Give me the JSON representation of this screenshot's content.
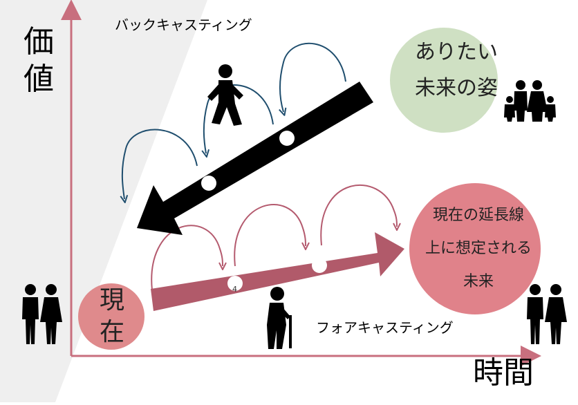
{
  "axes": {
    "y_label": "価値",
    "x_label": "時間"
  },
  "backcasting": {
    "label": "バックキャスティング",
    "goal_text": [
      "ありたい",
      "未来の姿"
    ]
  },
  "forecasting": {
    "label": "フォアキャスティング",
    "goal_text": [
      "現在の延長線",
      "上に想定される",
      "未来"
    ]
  },
  "present": {
    "text": [
      "現",
      "在"
    ]
  },
  "marker_text": "4",
  "colors": {
    "axis": "#c86f7e",
    "ideal_circle": "#cfe0c3",
    "extension_circle": "#e0828a",
    "present_circle": "#df8a8c",
    "forecast_arrow": "#b15a6a",
    "back_arc": "#1f4e6e",
    "fore_arc": "#b45a6e",
    "background_panel": "#efefef"
  }
}
